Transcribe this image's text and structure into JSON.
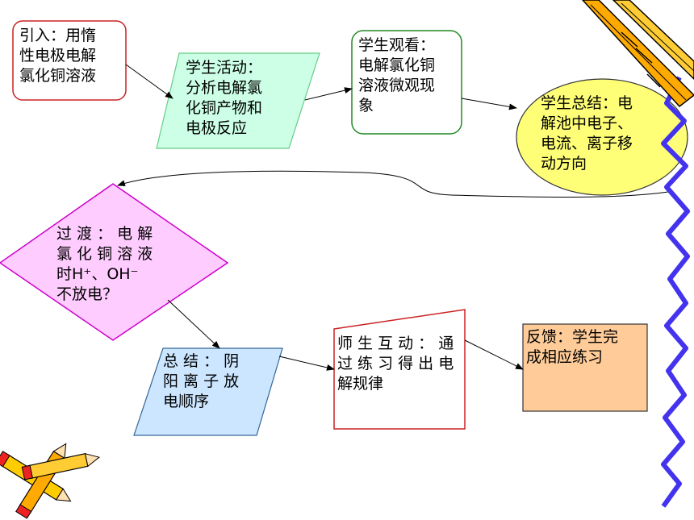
{
  "nodes": {
    "intro": "引入：用惰\n性电极电解\n氯化铜溶液",
    "activity": "学生活动：\n分析电解氯\n化铜产物和\n电极反应",
    "observe": "学生观看：\n电解氯化铜\n溶液微观现\n象",
    "summary": "学生总结：电\n解池中电子、\n电流、离子移\n动方向",
    "transition": "过 渡 ： 电 解\n氯 化 铜 溶 液\n时H⁺、OH⁻\n不放电？",
    "order": "总 结 ： 阴\n阳 离 子 放\n电顺序",
    "interact": "师 生 互 动 ： 通\n过 练 习 得 出 电\n解规律",
    "feedback": "反馈：学生完\n成相应练习"
  },
  "colors": {
    "intro_border": "#cc2222",
    "activity_fill": "#ccffe6",
    "observe_border": "#228822",
    "summary_fill": "#ffff77",
    "transition_fill": "#ffccff",
    "transition_border": "#cc00cc",
    "order_fill": "#cce6ff",
    "interact_border": "#cc2222",
    "feedback_fill": "#ffcc99",
    "ribbon": "#4433ee"
  }
}
